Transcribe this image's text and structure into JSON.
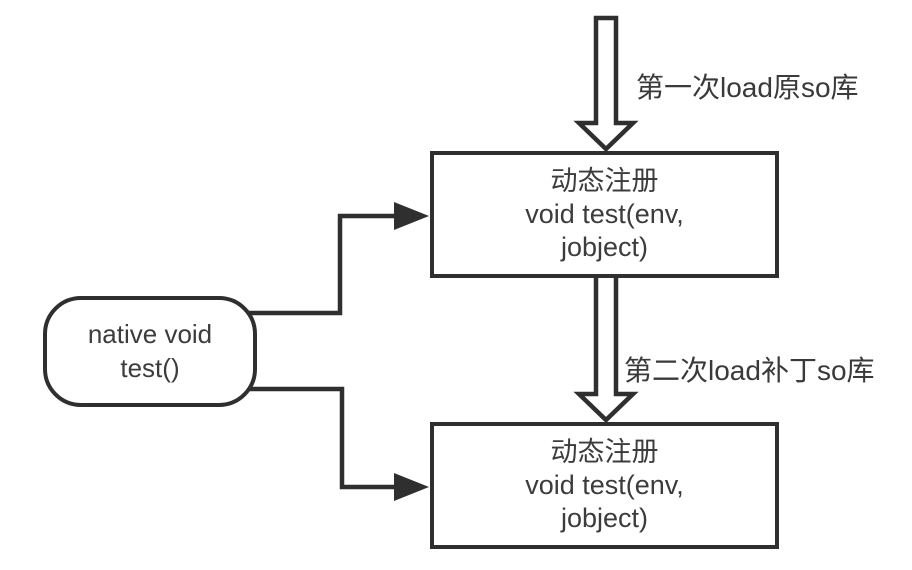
{
  "diagram": {
    "title_implied": "dynamic registration so-library reload flow",
    "colors": {
      "background": "#ffffff",
      "stroke": "#2f2f2f",
      "text": "#3c3c3c"
    },
    "labels": {
      "first_load": "第一次load原so库",
      "second_load": "第二次load补丁so库"
    },
    "nodes": {
      "native_method": {
        "text": "native void\ntest()"
      },
      "dynamic_register_original": {
        "text": "动态注册\nvoid test(env,\njobject)"
      },
      "dynamic_register_patch": {
        "text": "动态注册\nvoid test(env,\njobject)"
      }
    }
  }
}
